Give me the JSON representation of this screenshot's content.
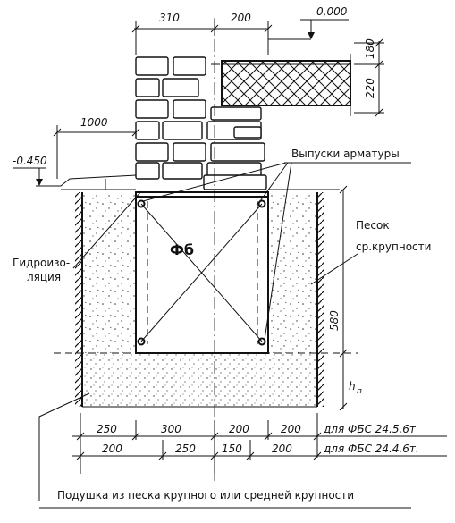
{
  "dimensions": {
    "top_wall": "310",
    "top_slab": "200",
    "level_zero": "0,000",
    "slab_top": "180",
    "slab_total": "220",
    "offset": "1000",
    "level_ground": "-0.450",
    "block_height": "580",
    "cushion_height": "h",
    "cushion_height_sub": "п"
  },
  "labels": {
    "rebar": "Выпуски арматуры",
    "block": "Фб",
    "waterproof_1": "Гидроизо-",
    "waterproof_2": "ляция",
    "sand_1": "Песок",
    "sand_2": "ср.крупности",
    "cushion": "Подушка из песка крупного или средней крупности"
  },
  "table": {
    "rows": [
      {
        "cells": [
          "250",
          "300",
          "200",
          "200"
        ],
        "label": "для ФБС 24.5.6т"
      },
      {
        "cells": [
          "200",
          "250",
          "150",
          "200"
        ],
        "label": "для ФБС 24.4.6т."
      }
    ]
  }
}
